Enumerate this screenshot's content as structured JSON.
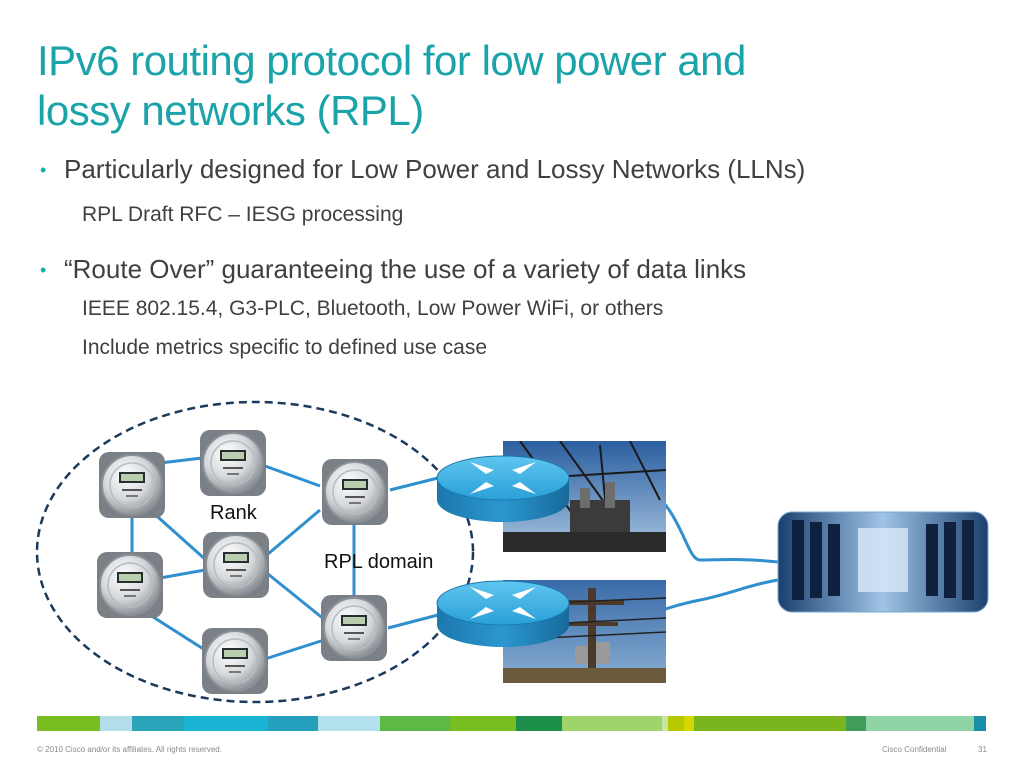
{
  "slide": {
    "title_line1": "IPv6 routing protocol for low power and",
    "title_line2": "lossy networks (RPL)"
  },
  "bullets": [
    {
      "text": "Particularly designed for Low Power and Lossy Networks (LLNs)",
      "sub": [
        "RPL Draft RFC – IESG processing"
      ]
    },
    {
      "text": "“Route Over” guaranteeing the use of a variety of data links",
      "sub": [
        "IEEE 802.15.4, G3-PLC, Bluetooth, Low Power WiFi, or others",
        "Include metrics specific to defined use case"
      ]
    }
  ],
  "diagram": {
    "rank_label": "Rank",
    "domain_label": "RPL domain",
    "meter_icon": "smart-meter-icon",
    "router_icon": "router-icon",
    "photo_substation": "substation-photo",
    "photo_pole": "utility-pole-photo",
    "photo_datacenter": "data-center-photo"
  },
  "footer": {
    "copyright": "© 2010 Cisco and/or its affiliates. All rights reserved.",
    "confidential": "Cisco Confidential",
    "page": "31"
  },
  "colors": {
    "title": "#1aa3a8",
    "text": "#404040",
    "link": "#2f8fcf",
    "router": "#2aa4dc"
  }
}
